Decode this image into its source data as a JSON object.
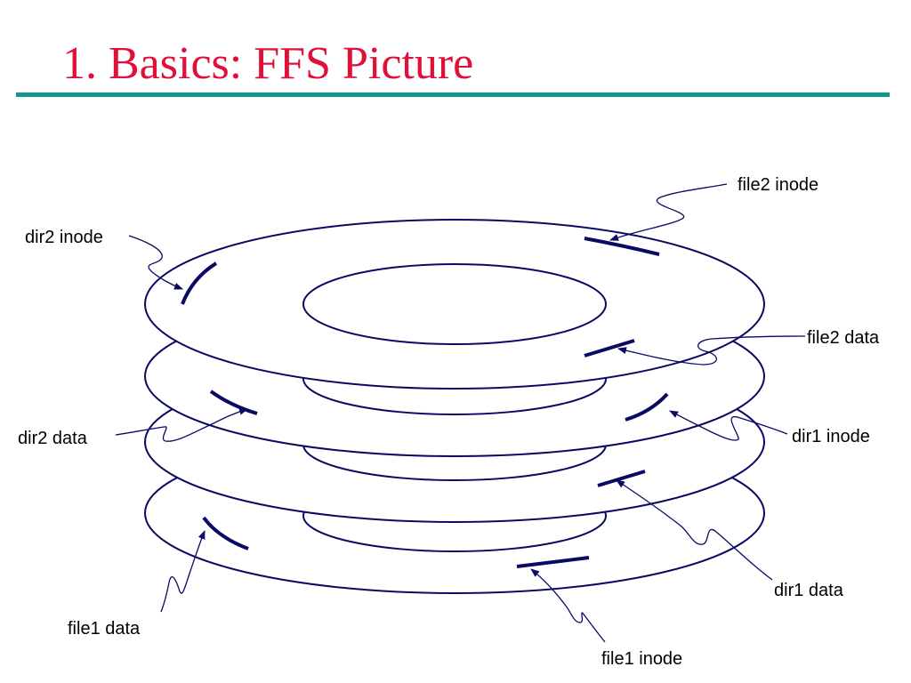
{
  "slide": {
    "title": "1. Basics: FFS Picture"
  },
  "colors": {
    "title": "#e0103a",
    "rule": "#0f9688",
    "drawing": "#0a0a64",
    "label": "#000000",
    "background": "#ffffff"
  },
  "diagram": {
    "labels": {
      "file2_inode": "file2 inode",
      "dir2_inode": "dir2 inode",
      "file2_data": "file2 data",
      "dir2_data": "dir2 data",
      "dir1_inode": "dir1 inode",
      "dir1_data": "dir1 data",
      "file1_data": "file1 data",
      "file1_inode": "file1 inode"
    }
  }
}
